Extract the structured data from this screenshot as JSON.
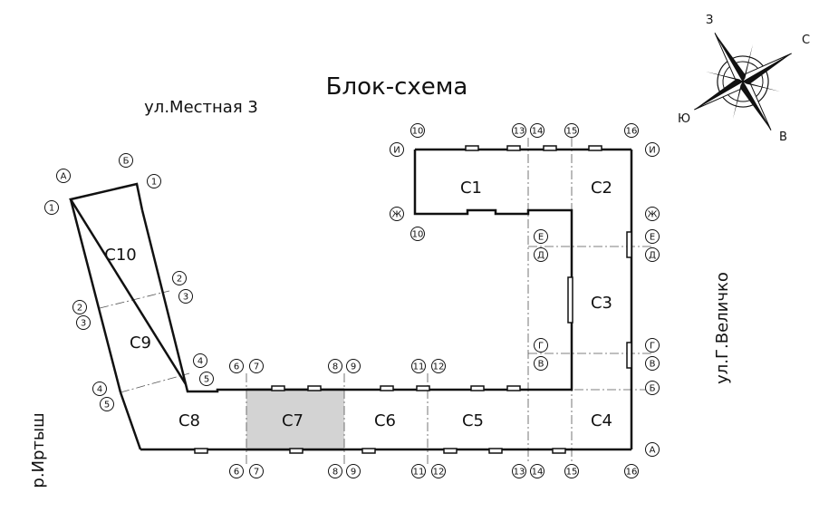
{
  "title": "Блок-схема",
  "streets": {
    "north": "ул.Местная 3",
    "east": "ул.Г.Величко",
    "west": "р.Иртыш"
  },
  "compass": {
    "n": "З",
    "e": "С",
    "s": "В",
    "w": "Ю"
  },
  "sections": [
    {
      "id": "c1",
      "label": "С1",
      "highlighted": false
    },
    {
      "id": "c2",
      "label": "С2",
      "highlighted": false
    },
    {
      "id": "c3",
      "label": "С3",
      "highlighted": false
    },
    {
      "id": "c4",
      "label": "С4",
      "highlighted": false
    },
    {
      "id": "c5",
      "label": "С5",
      "highlighted": false
    },
    {
      "id": "c6",
      "label": "С6",
      "highlighted": false
    },
    {
      "id": "c7",
      "label": "С7",
      "highlighted": true
    },
    {
      "id": "c8",
      "label": "С8",
      "highlighted": false
    },
    {
      "id": "c9",
      "label": "С9",
      "highlighted": false
    },
    {
      "id": "c10",
      "label": "С10",
      "highlighted": false
    }
  ],
  "axes": {
    "t10": "10",
    "t13": "13",
    "t14": "14",
    "t15": "15",
    "t16": "16",
    "b6": "6",
    "b7": "7",
    "b8": "8",
    "b9": "9",
    "b11": "11",
    "b12": "12",
    "b13": "13",
    "b14": "14",
    "b15": "15",
    "b16": "16",
    "m6": "6",
    "m7": "7",
    "m8": "8",
    "m9": "9",
    "m11": "11",
    "m12": "12",
    "mid10": "10",
    "rI": "И",
    "rZh": "Ж",
    "rE": "Е",
    "rD": "Д",
    "rG": "Г",
    "rV": "В",
    "rB": "Б",
    "rA": "А",
    "lI": "И",
    "lZh": "Ж",
    "lE": "Е",
    "lD": "Д",
    "lG": "Г",
    "lV": "В",
    "wA": "А",
    "wB": "Б",
    "w1a": "1",
    "w1b": "1",
    "w2a": "2",
    "w3a": "3",
    "w2b": "2",
    "w3b": "3",
    "w4a": "4",
    "w5a": "5",
    "w4b": "4",
    "w5b": "5"
  },
  "colors": {
    "line": "#111111",
    "highlight": "#d3d3d3",
    "axis_line": "#555555"
  }
}
